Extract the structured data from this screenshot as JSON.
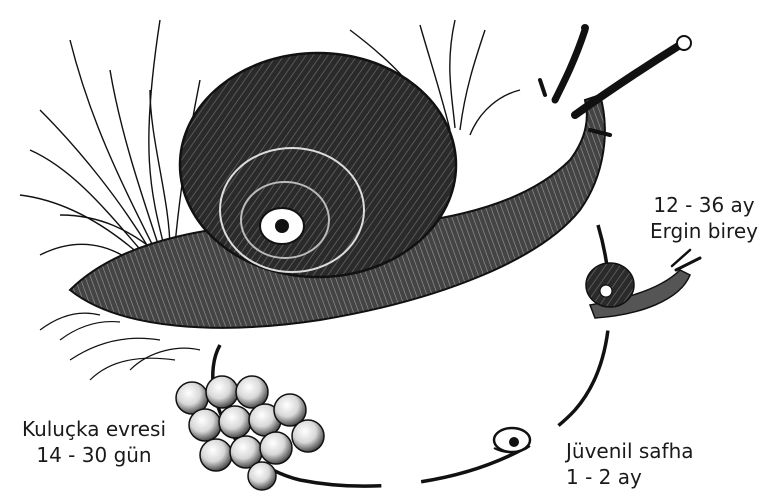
{
  "stages": {
    "adult": {
      "duration": "12 - 36 ay",
      "name": "Ergin birey"
    },
    "egg": {
      "name": "Kuluçka evresi",
      "duration": "14 - 30 gün"
    },
    "juvenile": {
      "name": "Jüvenil safha",
      "duration": "1 - 2 ay"
    }
  },
  "colors": {
    "ink": "#111111",
    "paper": "#ffffff"
  }
}
